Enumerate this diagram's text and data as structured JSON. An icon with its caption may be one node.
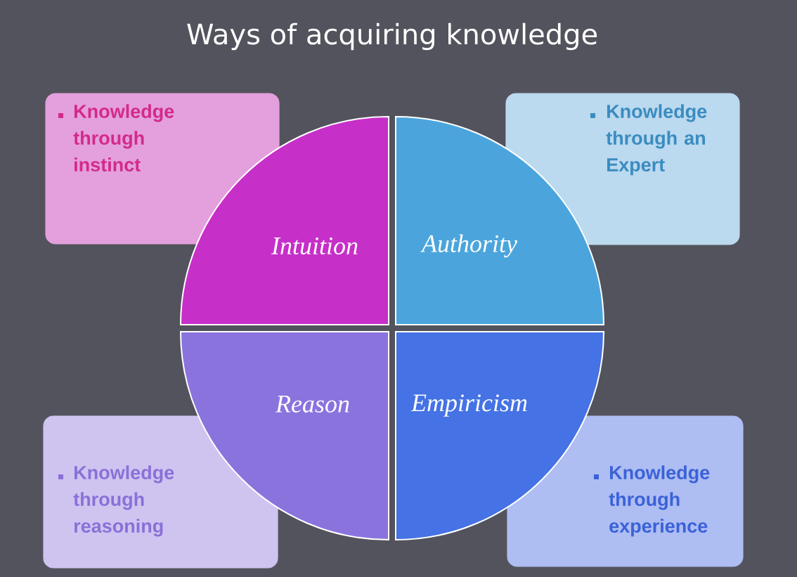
{
  "diagram": {
    "title": "Ways of acquiring knowledge",
    "nodes": [
      {
        "text": [
          "Knowledge through instinct"
        ]
      },
      {
        "text": [
          "Knowledge through an Expert"
        ]
      },
      {
        "text": [
          "Intuition"
        ]
      },
      {
        "text": [
          "Authority"
        ]
      },
      {
        "text": [
          "Reason"
        ]
      },
      {
        "text": [
          "Empiricism"
        ]
      },
      {
        "text": [
          "Knowledge through reasoning"
        ]
      },
      {
        "text": [
          "Knowledge through experience"
        ]
      }
    ]
  }
}
